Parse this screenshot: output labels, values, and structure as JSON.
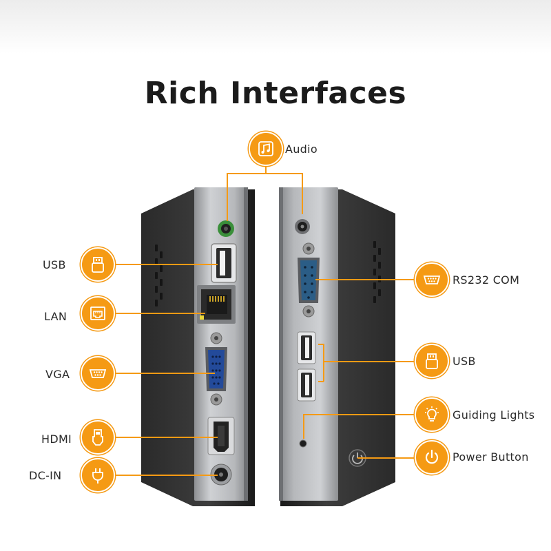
{
  "title": "Rich Interfaces",
  "labels": {
    "audio": "Audio",
    "usb_left": "USB",
    "lan": "LAN",
    "vga": "VGA",
    "hdmi": "HDMI",
    "dc_in": "DC-IN",
    "rs232": "RS232 COM",
    "usb_right": "USB",
    "guiding_lights": "Guiding Lights",
    "power_button": "Power Button"
  },
  "colors": {
    "accent": "#f59a14",
    "title": "#1b1b1b",
    "device_body": "#2b2b2b",
    "device_panel": "#b5b7ba"
  },
  "icons": {
    "audio": "music-note-icon",
    "usb": "usb-icon",
    "lan": "ethernet-icon",
    "vga": "vga-icon",
    "hdmi": "hdmi-icon",
    "dc_in": "power-plug-icon",
    "rs232": "serial-port-icon",
    "guiding_lights": "light-bulb-icon",
    "power_button": "power-icon"
  }
}
